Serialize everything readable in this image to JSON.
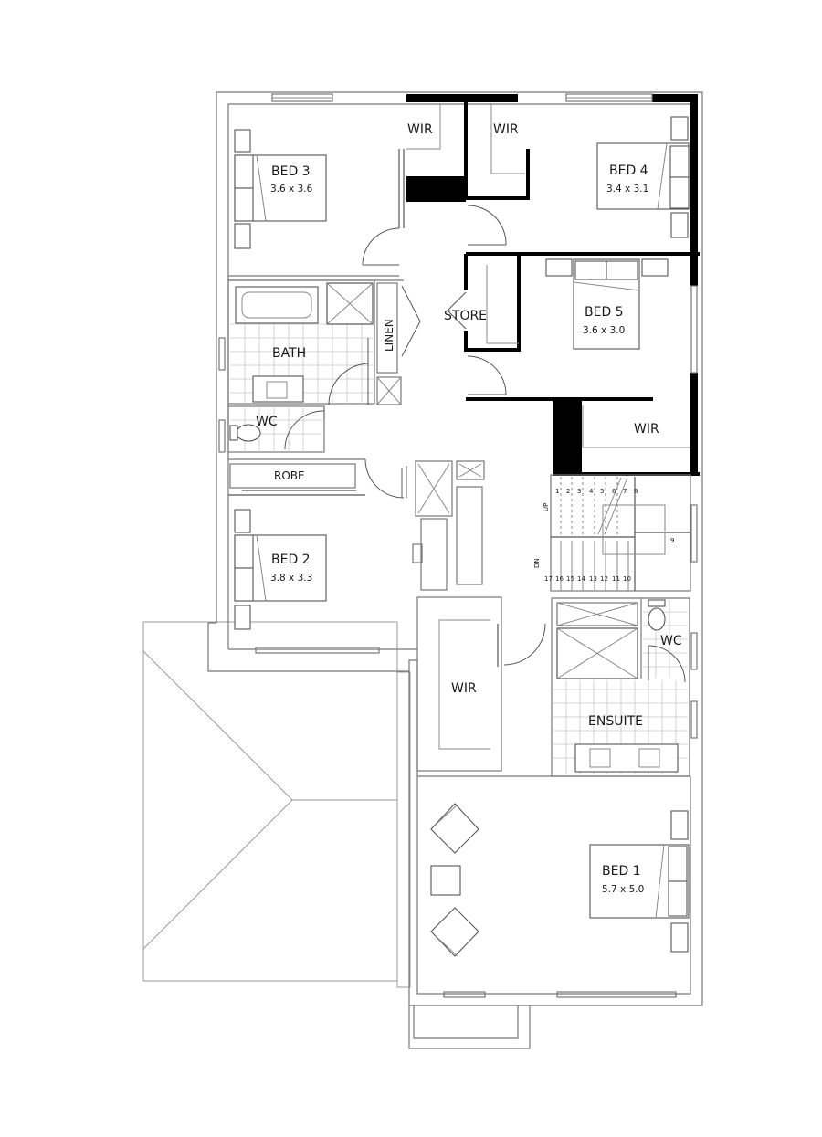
{
  "plan": {
    "type": "upper-floor-plan",
    "rooms": [
      {
        "id": "bed3",
        "name": "BED 3",
        "dims": "3.6 x 3.6"
      },
      {
        "id": "bed4",
        "name": "BED 4",
        "dims": "3.4 x 3.1"
      },
      {
        "id": "bed5",
        "name": "BED 5",
        "dims": "3.6 x 3.0"
      },
      {
        "id": "bed2",
        "name": "BED 2",
        "dims": "3.8 x 3.3"
      },
      {
        "id": "bed1",
        "name": "BED 1",
        "dims": "5.7 x 5.0"
      }
    ],
    "labels": {
      "wir_bed3": "WIR",
      "wir_bed4": "WIR",
      "wir_bed5": "WIR",
      "wir_bed1": "WIR",
      "store": "STORE",
      "linen": "LINEN",
      "bath": "BATH",
      "wc_main": "WC",
      "wc_ensuite": "WC",
      "robe": "ROBE",
      "ensuite": "ENSUITE"
    },
    "stairs": {
      "upper_flight": [
        "1",
        "2",
        "3",
        "4",
        "5",
        "6",
        "7",
        "8"
      ],
      "lower_flight": [
        "17",
        "16",
        "15",
        "14",
        "13",
        "12",
        "11",
        "10"
      ],
      "landing": "9",
      "up_marker": "UP",
      "dn_marker": "DN"
    }
  }
}
